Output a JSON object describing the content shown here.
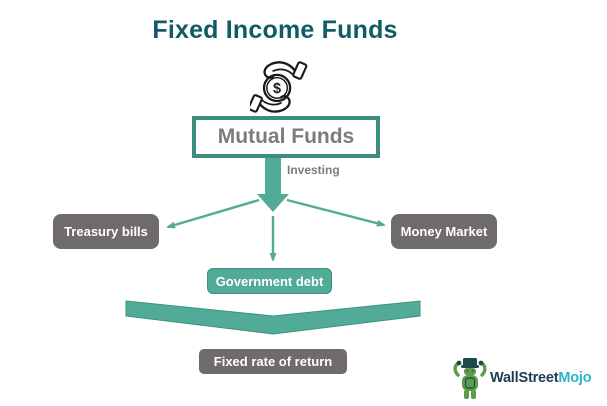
{
  "title": "Fixed Income Funds",
  "colors": {
    "accent": "#52ab97",
    "accent-dark": "#3d9181",
    "border-teal": "#3c8d80",
    "gray-box": "#6e6b6a",
    "title-color": "#0f5c66",
    "text-gray": "#7c7c7c",
    "box-text": "#ffffff",
    "icon-ink": "#1a1a1a",
    "logo-navy": "#1d3e51",
    "logo-cyan": "#2cb3c7",
    "logo-green": "#5c9c4a",
    "logo-dark": "#1c4c49"
  },
  "diagram": {
    "source_box": "Mutual Funds",
    "flow_label": "Investing",
    "branches": [
      "Treasury bills",
      "Government debt",
      "Money Market"
    ],
    "result_box": "Fixed rate of return",
    "icon": {
      "name": "hands-exchanging-dollar-icon",
      "symbol": "$"
    }
  },
  "logo": {
    "brand_primary": "WallStreet",
    "brand_secondary": "Mojo",
    "mascot": "bull-mascot-icon"
  }
}
